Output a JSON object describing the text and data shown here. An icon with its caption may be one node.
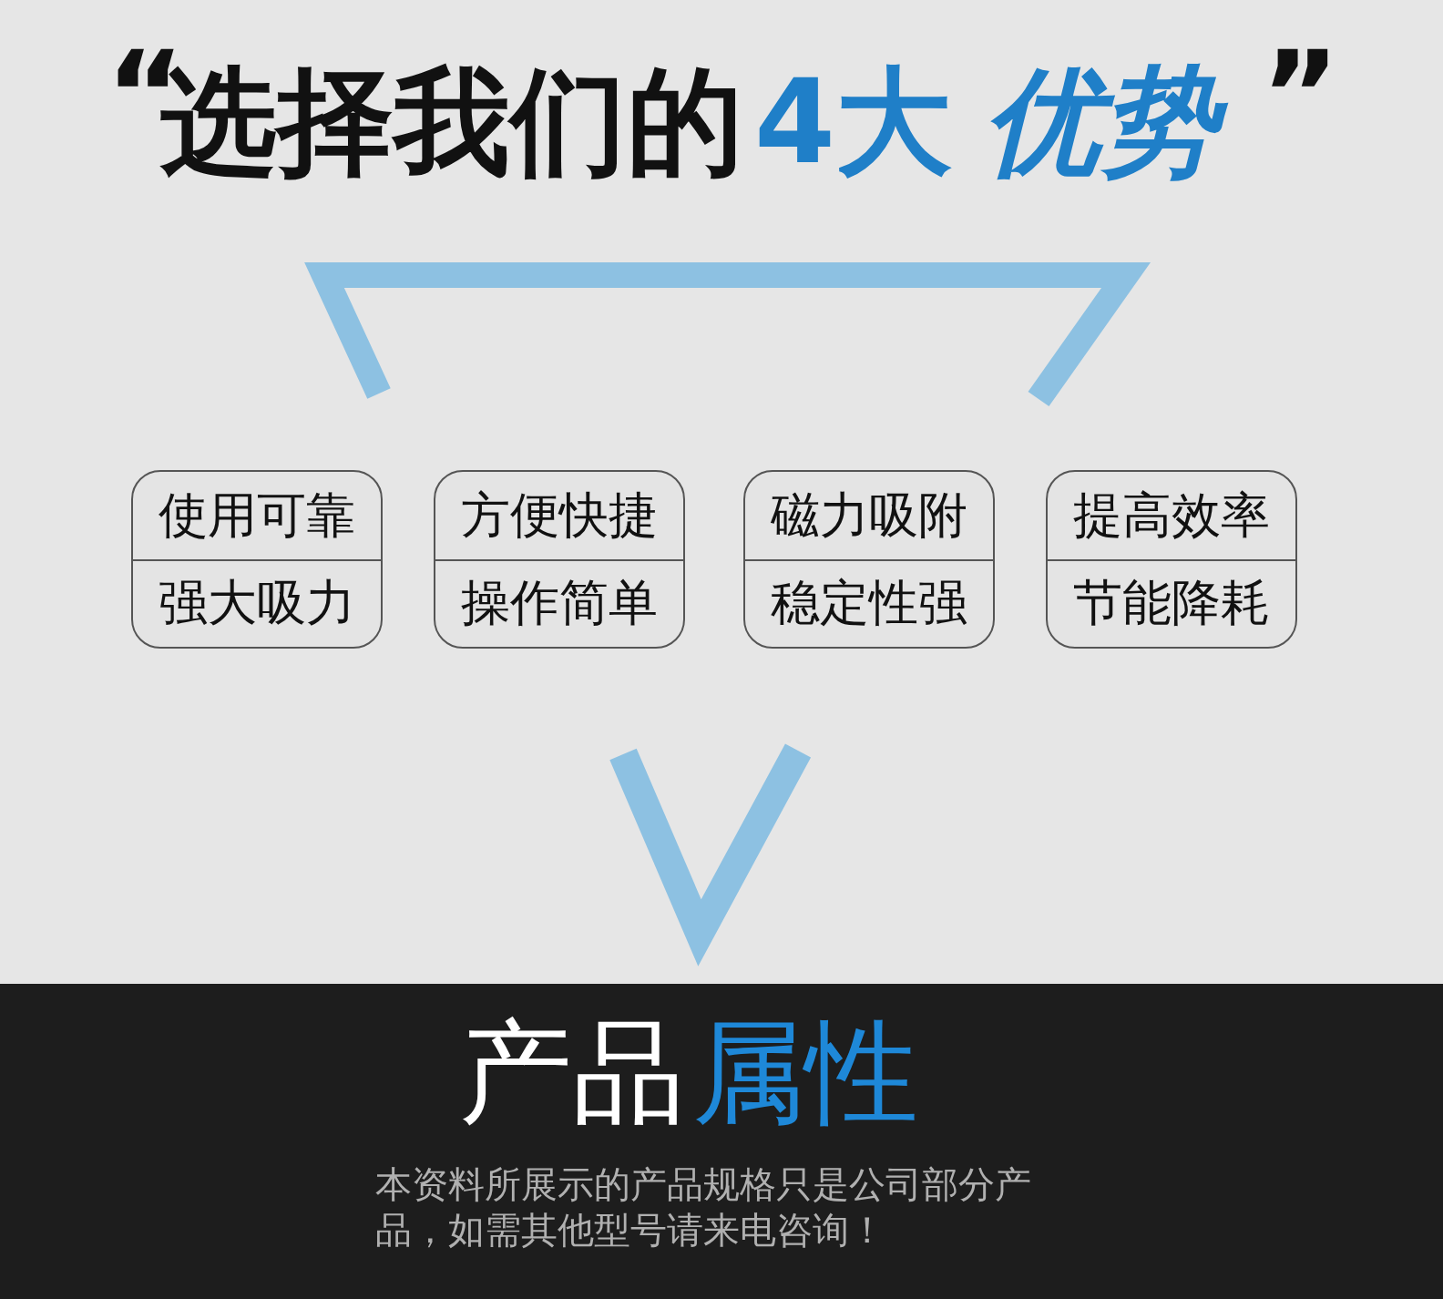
{
  "diagram": {
    "nodes": [
      {
        "text": [
          "使用可靠",
          "强大吸力"
        ]
      },
      {
        "text": [
          "方便快捷",
          "操作简单"
        ]
      },
      {
        "text": [
          "磁力吸附",
          "稳定性强"
        ]
      },
      {
        "text": [
          "提高效率",
          "节能降耗"
        ]
      }
    ],
    "labels": [
      "“",
      "选择我们的",
      "4大",
      "优势",
      "”",
      "产品",
      "属性",
      "本资料所展示的产品规格只是公司部分产品，如需其他型号请来电咨询！"
    ]
  }
}
